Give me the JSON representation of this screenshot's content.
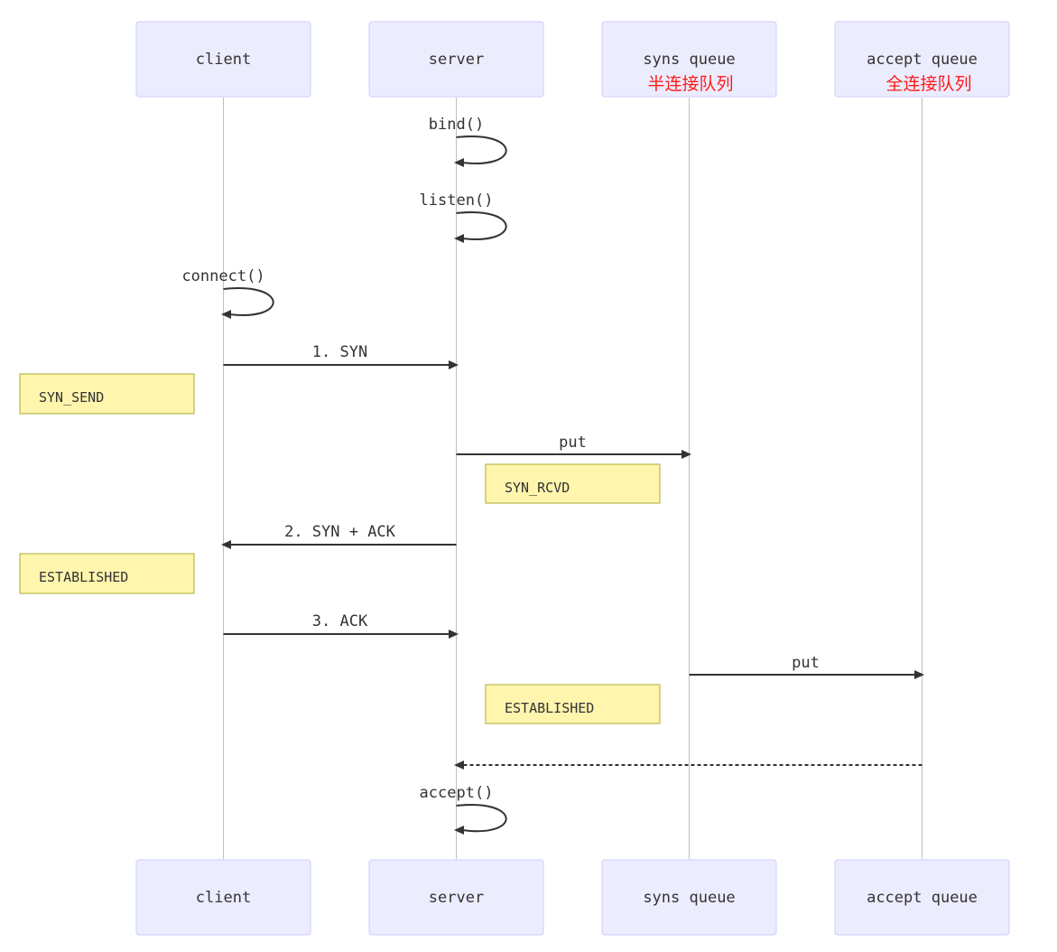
{
  "participants": [
    {
      "id": "client",
      "label": "client"
    },
    {
      "id": "server",
      "label": "server"
    },
    {
      "id": "syns_queue",
      "label": "syns queue",
      "annotation": "半连接队列"
    },
    {
      "id": "accept_queue",
      "label": "accept queue",
      "annotation": "全连接队列"
    }
  ],
  "messages": [
    {
      "from": "server",
      "to": "server",
      "label": "bind()",
      "style": "solid"
    },
    {
      "from": "server",
      "to": "server",
      "label": "listen()",
      "style": "solid"
    },
    {
      "from": "client",
      "to": "client",
      "label": "connect()",
      "style": "solid"
    },
    {
      "from": "client",
      "to": "server",
      "label": "1. SYN",
      "style": "solid"
    },
    {
      "from": "server",
      "to": "syns_queue",
      "label": "put",
      "style": "solid"
    },
    {
      "from": "server",
      "to": "client",
      "label": "2. SYN + ACK",
      "style": "solid"
    },
    {
      "from": "client",
      "to": "server",
      "label": "3. ACK",
      "style": "solid"
    },
    {
      "from": "syns_queue",
      "to": "accept_queue",
      "label": "put",
      "style": "solid"
    },
    {
      "from": "accept_queue",
      "to": "server",
      "label": "",
      "style": "dashed"
    },
    {
      "from": "server",
      "to": "server",
      "label": "accept()",
      "style": "solid"
    }
  ],
  "notes": [
    {
      "label": "SYN_SEND",
      "of": "client",
      "placement": "left of"
    },
    {
      "label": "SYN_RCVD",
      "of": "server",
      "placement": "right of"
    },
    {
      "label": "ESTABLISHED",
      "of": "client",
      "placement": "left of"
    },
    {
      "label": "ESTABLISHED",
      "of": "server",
      "placement": "right of"
    }
  ]
}
